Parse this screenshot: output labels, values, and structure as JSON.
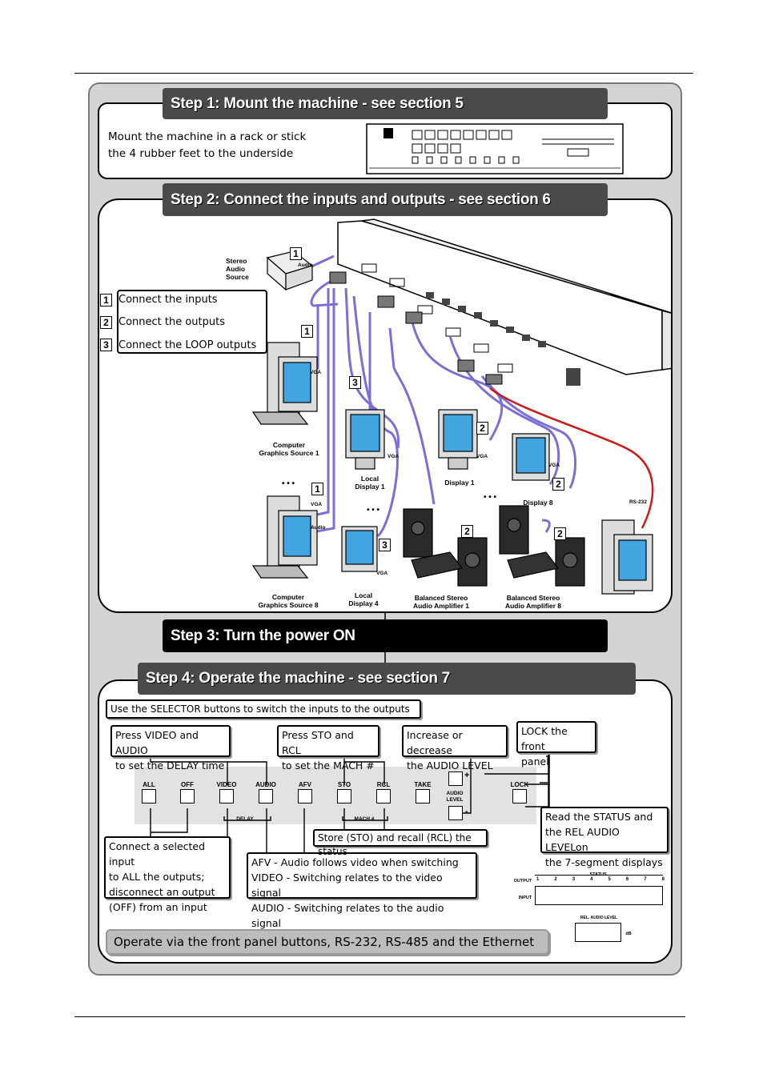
{
  "step1": {
    "title": "Step 1: Mount the machine - see section 5",
    "text_line1": "Mount the machine in a rack or stick",
    "text_line2": "the 4 rubber feet to the underside"
  },
  "step2": {
    "title": "Step 2: Connect the inputs and outputs - see section 6",
    "legend": [
      {
        "num": "1",
        "label": "Connect the inputs"
      },
      {
        "num": "2",
        "label": "Connect the outputs"
      },
      {
        "num": "3",
        "label": "Connect the LOOP outputs"
      }
    ],
    "labels": {
      "stereo_audio_source": "Stereo\nAudio\nSource",
      "audio": "Audio",
      "vga": "VGA",
      "dots": "• • •",
      "computer1": "Computer\nGraphics Source 1",
      "computer8": "Computer\nGraphics Source 8",
      "local_display1": "Local\nDisplay 1",
      "local_display4": "Local\nDisplay 4",
      "display1": "Display 1",
      "display8": "Display 8",
      "amp1": "Balanced Stereo\nAudio Amplifier 1",
      "amp8": "Balanced Stereo\nAudio Amplifier 8",
      "rs232": "RS-232",
      "diag_num1": "1",
      "diag_num2": "2",
      "diag_num3": "3"
    }
  },
  "step3": {
    "title": "Step 3: Turn the power ON"
  },
  "step4": {
    "title": "Step 4: Operate the machine - see section 7",
    "selector_note": "Use the SELECTOR buttons to switch the inputs to the outputs",
    "delay_note": "Press VIDEO and AUDIO\nto set the DELAY time",
    "mach_note": "Press STO and RCL\nto set the MACH #",
    "level_note": "Increase or decrease\nthe AUDIO LEVEL",
    "lock_note": "LOCK the front\npanel",
    "status_note": "Read the STATUS and\nthe REL AUDIO LEVELon\nthe 7-segment displays",
    "all_off_note": "Connect a selected input\nto ALL the outputs;\ndisconnect an output\n(OFF) from an input",
    "afv_note": "AFV - Audio follows video when switching\nVIDEO - Switching relates to the video signal\nAUDIO - Switching relates to the audio signal",
    "sto_rcl_note": "Store (STO) and recall (RCL) the status",
    "bottom_note": "Operate via the front panel buttons, RS-232, RS-485 and the Ethernet",
    "buttons": {
      "all": "ALL",
      "off": "OFF",
      "video": "VIDEO",
      "audio": "AUDIO",
      "afv": "AFV",
      "sto": "STO",
      "rcl": "RCL",
      "take": "TAKE",
      "lock": "LOCK"
    },
    "delay_label": "DELAY",
    "mach_label": "MACH #",
    "audio_level_label": "AUDIO\nLEVEL",
    "plus": "+",
    "minus": "-",
    "status_label": "STATUS",
    "output_label": "OUTPUT",
    "input_label": "INPUT",
    "outputs": [
      "1",
      "2",
      "3",
      "4",
      "5",
      "6",
      "7",
      "8"
    ],
    "rel_audio_label": "REL. AUDIO LEVEL",
    "db_label": "dB"
  },
  "colors": {
    "cable_purple": "#7b6fd6",
    "cable_red": "#cc1a1a",
    "bar_grey": "#4a4a4a",
    "frame_grey": "#d4d4d4"
  }
}
